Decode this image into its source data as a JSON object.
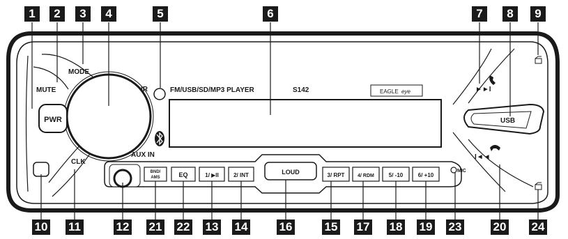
{
  "callouts": [
    {
      "id": "1",
      "label": "1"
    },
    {
      "id": "2",
      "label": "2"
    },
    {
      "id": "3",
      "label": "3"
    },
    {
      "id": "4",
      "label": "4"
    },
    {
      "id": "5",
      "label": "5"
    },
    {
      "id": "6",
      "label": "6"
    },
    {
      "id": "7",
      "label": "7"
    },
    {
      "id": "8",
      "label": "8"
    },
    {
      "id": "9",
      "label": "9"
    },
    {
      "id": "10",
      "label": "10"
    },
    {
      "id": "11",
      "label": "11"
    },
    {
      "id": "12",
      "label": "12"
    },
    {
      "id": "21",
      "label": "21"
    },
    {
      "id": "22",
      "label": "22"
    },
    {
      "id": "13",
      "label": "13"
    },
    {
      "id": "14",
      "label": "14"
    },
    {
      "id": "16",
      "label": "16"
    },
    {
      "id": "15",
      "label": "15"
    },
    {
      "id": "17",
      "label": "17"
    },
    {
      "id": "18",
      "label": "18"
    },
    {
      "id": "19",
      "label": "19"
    },
    {
      "id": "23",
      "label": "23"
    },
    {
      "id": "20",
      "label": "20"
    },
    {
      "id": "24",
      "label": "24"
    }
  ],
  "panel": {
    "mute": "MUTE",
    "mode": "MODE",
    "pwr": "PWR",
    "clk": "CLK",
    "ir": "IR",
    "aux_in": "AUX IN",
    "player_type": "FM/USB/SD/MP3 PLAYER",
    "model": "S142",
    "brand": "EAGLE",
    "brand_suffix": "eye",
    "usb": "USB",
    "mic": "MIC"
  },
  "buttons": {
    "band_top": "BND/",
    "band_bottom": "AMS",
    "eq": "EQ",
    "b1": "1/ ▶II",
    "b2": "2/ INT",
    "loud": "LOUD",
    "b3": "3/ RPT",
    "b4": "4/ RDM",
    "b5": "5/ -10",
    "b6": "6/ +10"
  },
  "icons": {
    "next": "next-track-icon",
    "prev": "previous-track-icon",
    "phone_answer": "phone-answer-icon",
    "phone_hangup": "phone-hangup-icon",
    "bluetooth": "bluetooth-icon",
    "eject_top": "eject-icon",
    "eject_bottom": "eject-icon"
  }
}
